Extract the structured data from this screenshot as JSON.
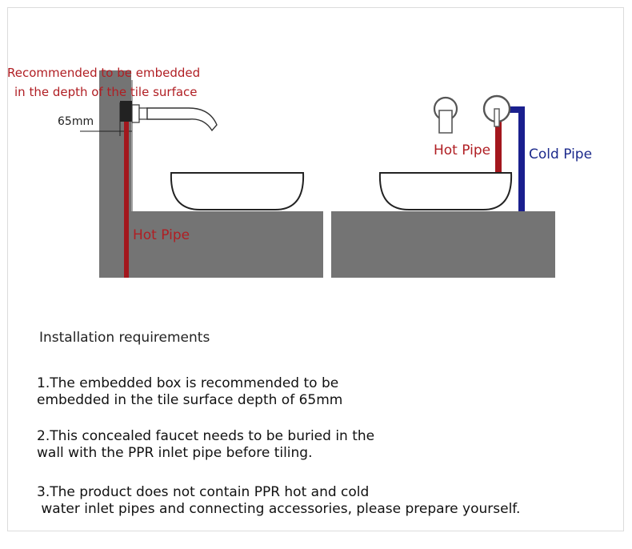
{
  "labels": {
    "recommend_line1": "Recommended to be embedded",
    "recommend_line2": "in the depth of the tile surface",
    "depth": "65mm",
    "hot_pipe_left": "Hot Pipe",
    "hot_pipe_right": "Hot Pipe",
    "cold_pipe": "Cold Pipe"
  },
  "section": {
    "heading": "Installation requirements",
    "requirements": [
      {
        "line1": "1.The embedded box is recommended to be",
        "line2": "embedded in the tile surface depth of 65mm"
      },
      {
        "line1": "2.This concealed faucet needs to be buried in the",
        "line2": "wall with the PPR inlet pipe before tiling."
      },
      {
        "line1": "3.The product does not contain PPR hot and cold",
        "line2": " water inlet pipes and connecting accessories, please prepare yourself."
      }
    ]
  },
  "colors": {
    "wall": "#747474",
    "hot_pipe": "#a3171d",
    "cold_pipe": "#1a1f8e",
    "label_red": "#b01e23",
    "label_blue": "#1c2a8c"
  }
}
